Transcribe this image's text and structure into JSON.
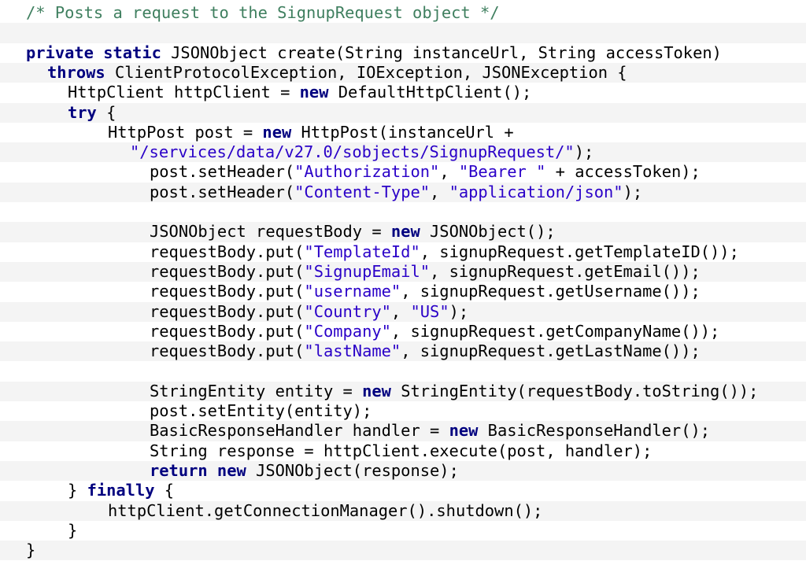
{
  "code_lines": [
    [
      {
        "t": "/* Posts a request to the SignupRequest object */",
        "c": "cmt"
      }
    ],
    [],
    [
      {
        "t": "private static",
        "c": "kw"
      },
      {
        "t": " JSONObject create(String instanceUrl, String accessToken)",
        "c": "plain"
      }
    ],
    [
      {
        "t": "throws",
        "c": "kw"
      },
      {
        "t": " ClientProtocolException, IOException, JSONException {",
        "c": "plain"
      }
    ],
    [
      {
        "t": "HttpClient httpClient = ",
        "c": "plain"
      },
      {
        "t": "new",
        "c": "kw"
      },
      {
        "t": " DefaultHttpClient();",
        "c": "plain"
      }
    ],
    [
      {
        "t": "try",
        "c": "kw"
      },
      {
        "t": " {",
        "c": "plain"
      }
    ],
    [
      {
        "t": "HttpPost post = ",
        "c": "plain"
      },
      {
        "t": "new",
        "c": "kw"
      },
      {
        "t": " HttpPost(instanceUrl +",
        "c": "plain"
      }
    ],
    [
      {
        "t": "\"/services/data/v27.0/sobjects/SignupRequest/\"",
        "c": "str"
      },
      {
        "t": ");",
        "c": "plain"
      }
    ],
    [
      {
        "t": "post.setHeader(",
        "c": "plain"
      },
      {
        "t": "\"Authorization\"",
        "c": "str"
      },
      {
        "t": ", ",
        "c": "plain"
      },
      {
        "t": "\"Bearer \"",
        "c": "str"
      },
      {
        "t": " + accessToken);",
        "c": "plain"
      }
    ],
    [
      {
        "t": "post.setHeader(",
        "c": "plain"
      },
      {
        "t": "\"Content-Type\"",
        "c": "str"
      },
      {
        "t": ", ",
        "c": "plain"
      },
      {
        "t": "\"application/json\"",
        "c": "str"
      },
      {
        "t": ");",
        "c": "plain"
      }
    ],
    [],
    [
      {
        "t": "JSONObject requestBody = ",
        "c": "plain"
      },
      {
        "t": "new",
        "c": "kw"
      },
      {
        "t": " JSONObject();",
        "c": "plain"
      }
    ],
    [
      {
        "t": "requestBody.put(",
        "c": "plain"
      },
      {
        "t": "\"TemplateId\"",
        "c": "str"
      },
      {
        "t": ", signupRequest.getTemplateID());",
        "c": "plain"
      }
    ],
    [
      {
        "t": "requestBody.put(",
        "c": "plain"
      },
      {
        "t": "\"SignupEmail\"",
        "c": "str"
      },
      {
        "t": ", signupRequest.getEmail());",
        "c": "plain"
      }
    ],
    [
      {
        "t": "requestBody.put(",
        "c": "plain"
      },
      {
        "t": "\"username\"",
        "c": "str"
      },
      {
        "t": ", signupRequest.getUsername());",
        "c": "plain"
      }
    ],
    [
      {
        "t": "requestBody.put(",
        "c": "plain"
      },
      {
        "t": "\"Country\"",
        "c": "str"
      },
      {
        "t": ", ",
        "c": "plain"
      },
      {
        "t": "\"US\"",
        "c": "str"
      },
      {
        "t": ");",
        "c": "plain"
      }
    ],
    [
      {
        "t": "requestBody.put(",
        "c": "plain"
      },
      {
        "t": "\"Company\"",
        "c": "str"
      },
      {
        "t": ", signupRequest.getCompanyName());",
        "c": "plain"
      }
    ],
    [
      {
        "t": "requestBody.put(",
        "c": "plain"
      },
      {
        "t": "\"lastName\"",
        "c": "str"
      },
      {
        "t": ", signupRequest.getLastName());",
        "c": "plain"
      }
    ],
    [],
    [
      {
        "t": "StringEntity entity = ",
        "c": "plain"
      },
      {
        "t": "new",
        "c": "kw"
      },
      {
        "t": " StringEntity(requestBody.toString());",
        "c": "plain"
      }
    ],
    [
      {
        "t": "post.setEntity(entity);",
        "c": "plain"
      }
    ],
    [
      {
        "t": "BasicResponseHandler handler = ",
        "c": "plain"
      },
      {
        "t": "new",
        "c": "kw"
      },
      {
        "t": " BasicResponseHandler();",
        "c": "plain"
      }
    ],
    [
      {
        "t": "String response = httpClient.execute(post, handler);",
        "c": "plain"
      }
    ],
    [
      {
        "t": "return new",
        "c": "kw"
      },
      {
        "t": " JSONObject(response);",
        "c": "plain"
      }
    ],
    [
      {
        "t": "} ",
        "c": "plain"
      },
      {
        "t": "finally",
        "c": "kw"
      },
      {
        "t": " {",
        "c": "plain"
      }
    ],
    [
      {
        "t": "httpClient.getConnectionManager().shutdown();",
        "c": "plain"
      }
    ],
    [
      {
        "t": "}",
        "c": "plain"
      }
    ],
    [
      {
        "t": "}",
        "c": "plain"
      }
    ]
  ]
}
